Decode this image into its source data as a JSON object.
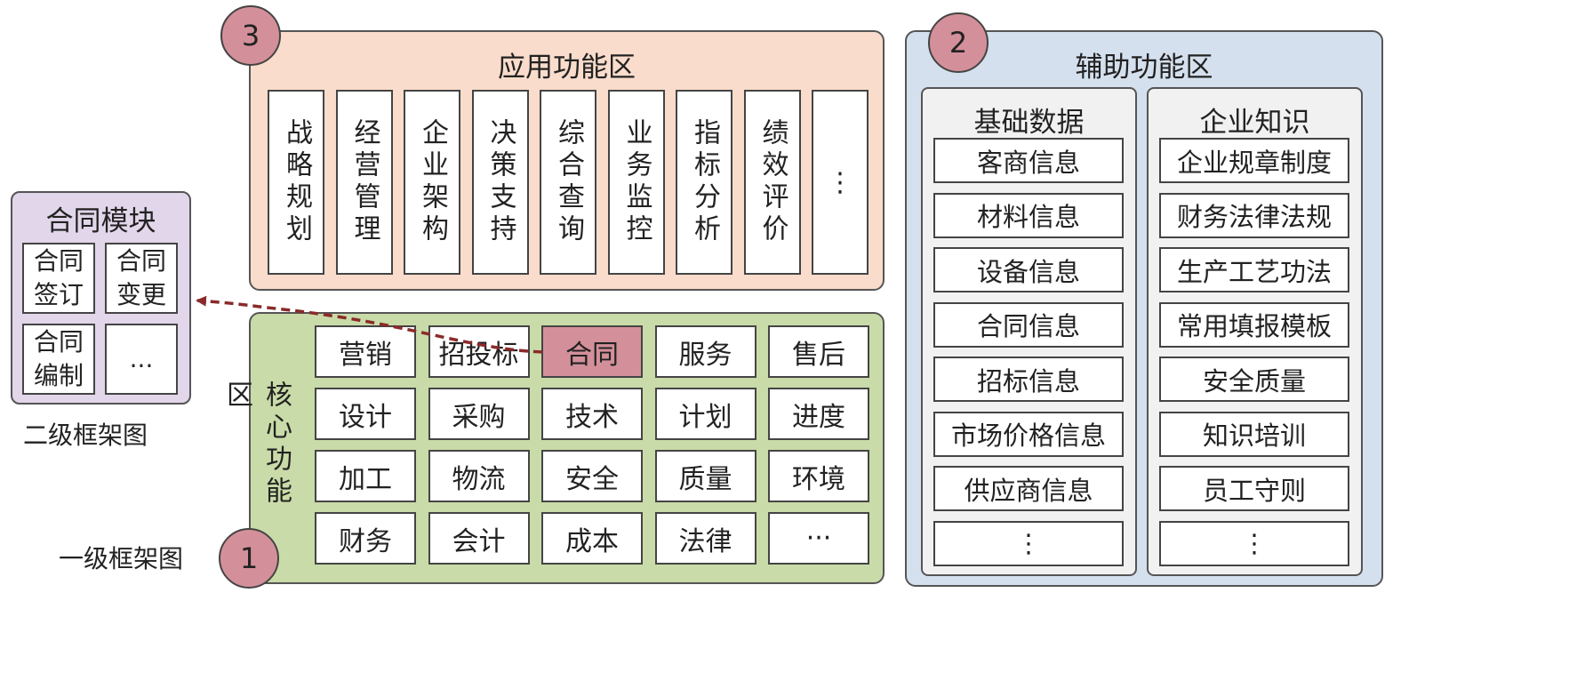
{
  "application_area": {
    "title": "应用功能区",
    "badge": "3",
    "items": [
      "战略规划",
      "经营管理",
      "企业架构",
      "决策支持",
      "综合查询",
      "业务监控",
      "指标分析",
      "绩效评价",
      "⋮"
    ]
  },
  "auxiliary_area": {
    "title": "辅助功能区",
    "badge": "2",
    "columns": [
      {
        "title": "基础数据",
        "items": [
          "客商信息",
          "材料信息",
          "设备信息",
          "合同信息",
          "招标信息",
          "市场价格信息",
          "供应商信息",
          "⋮"
        ]
      },
      {
        "title": "企业知识",
        "items": [
          "企业规章制度",
          "财务法律法规",
          "生产工艺功法",
          "常用填报模板",
          "安全质量",
          "知识培训",
          "员工守则",
          "⋮"
        ]
      }
    ]
  },
  "core_area": {
    "title": "核心功能区",
    "badge": "1",
    "rows": [
      [
        "营销",
        "招投标",
        "合同",
        "服务",
        "售后"
      ],
      [
        "设计",
        "采购",
        "技术",
        "计划",
        "进度"
      ],
      [
        "加工",
        "物流",
        "安全",
        "质量",
        "环境"
      ],
      [
        "财务",
        "会计",
        "成本",
        "法律",
        "···"
      ]
    ],
    "highlight": "合同"
  },
  "contract_module": {
    "title": "合同模块",
    "items": [
      [
        "合同",
        "签订"
      ],
      [
        "合同",
        "变更"
      ],
      [
        "合同",
        "编制"
      ],
      [
        "..."
      ]
    ]
  },
  "labels": {
    "level2": "二级框架图",
    "level1": "一级框架图"
  },
  "colors": {
    "application_bg": "#f9dccb",
    "auxiliary_bg": "#d5e0ee",
    "core_bg": "#c9dba8",
    "module_bg": "#e2d6ea",
    "column_bg": "#f1f1f1",
    "highlight_bg": "#d4909a",
    "arrow": "#8a2a2a"
  }
}
